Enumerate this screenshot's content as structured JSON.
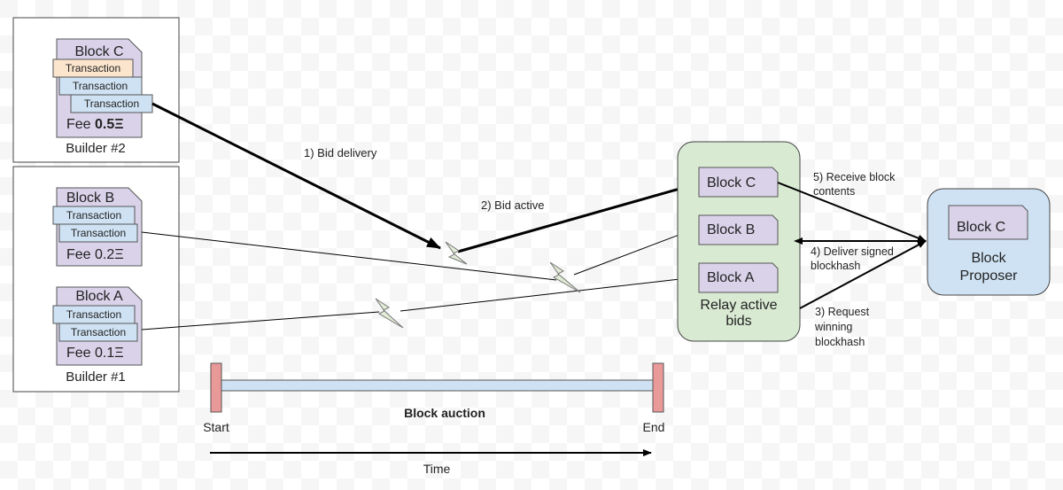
{
  "builders": [
    {
      "label": "Builder #2",
      "block": "Block C",
      "transactions": [
        "Transaction",
        "Transaction",
        "Transaction"
      ],
      "fee_label": "Fee",
      "fee_value": "0.5Ξ"
    },
    {
      "label": "Builder #1",
      "blocks": [
        {
          "block": "Block B",
          "transactions": [
            "Transaction",
            "Transaction"
          ],
          "fee": "Fee 0.2Ξ"
        },
        {
          "block": "Block A",
          "transactions": [
            "Transaction",
            "Transaction"
          ],
          "fee": "Fee 0.1Ξ"
        }
      ]
    }
  ],
  "steps": {
    "bid_delivery": "1)  Bid delivery",
    "bid_active": "2) Bid active",
    "request_1": "3) Request",
    "request_2": "winning",
    "request_3": "blockhash",
    "deliver_1": "4) Deliver signed",
    "deliver_2": "blockhash",
    "receive_1": "5) Receive block",
    "receive_2": "contents"
  },
  "relay": {
    "title_1": "Relay active",
    "title_2": "bids",
    "blocks": [
      "Block C",
      "Block B",
      "Block A"
    ]
  },
  "proposer": {
    "block": "Block C",
    "title_1": "Block",
    "title_2": "Proposer"
  },
  "timeline": {
    "title": "Block auction",
    "start": "Start",
    "end": "End",
    "axis": "Time"
  },
  "colors": {
    "block": "#d9d2e9",
    "tx_orange": "#fce5cd",
    "tx_blue": "#cfe2f3",
    "relay": "#d9ead3",
    "proposer": "#cfe2f3",
    "marker": "#ea9999",
    "bolt": "#e2ecd6"
  }
}
